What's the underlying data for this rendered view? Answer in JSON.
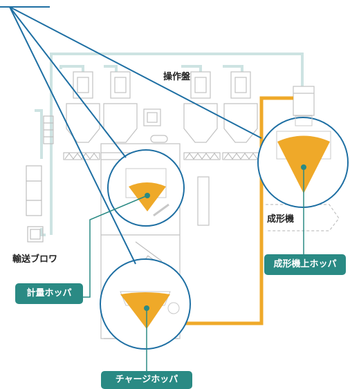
{
  "labels": {
    "control_panel": "操作盤",
    "molding_machine": "成形機",
    "transport_blower": "輸送ブロワ"
  },
  "tags": {
    "weighing_hopper": "計量ホッパ",
    "molding_hopper": "成形機上ホッパ",
    "charge_hopper": "チャージホッパ"
  },
  "colors": {
    "accent_blue": "#1e6fa3",
    "hopper_orange": "#efa929",
    "tag_teal": "#2a8a84",
    "pipe_light": "#cde3e2",
    "equipment_gray": "#c9c9c9"
  }
}
